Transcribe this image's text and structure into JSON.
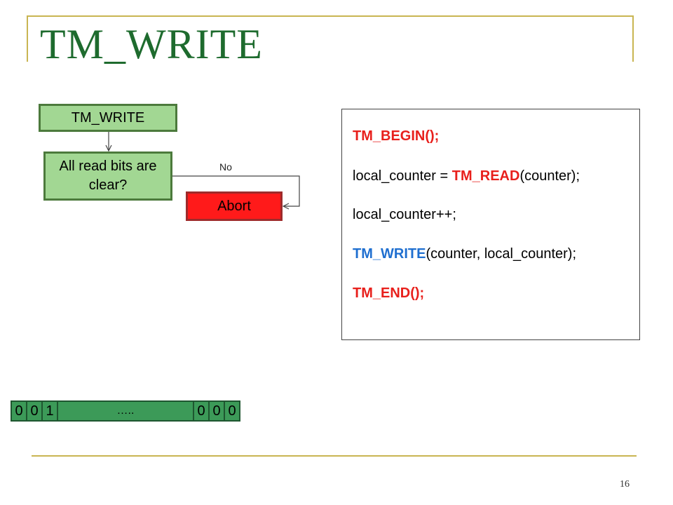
{
  "slide": {
    "title": "TM_WRITE",
    "page_number": "16"
  },
  "flow": {
    "start": "TM_WRITE",
    "check": "All read bits are clear?",
    "no_label": "No",
    "abort": "Abort"
  },
  "code": {
    "line1": "TM_BEGIN();",
    "line2_prefix": "local_counter = ",
    "line2_func": "TM_READ",
    "line2_suffix": "(counter);",
    "line3": "local_counter++;",
    "line4_func": "TM_WRITE",
    "line4_suffix": "(counter, local_counter);",
    "line5": "TM_END();"
  },
  "bit_array": {
    "first": [
      "0",
      "0",
      "1"
    ],
    "middle": "…..",
    "last": [
      "0",
      "0",
      "0"
    ]
  },
  "colors": {
    "title": "#1e6b2e",
    "frame": "#c9b552",
    "box_fill": "#a2d793",
    "abort_fill": "#ff1a1a",
    "keyword_red": "#e8201c",
    "keyword_blue": "#1f6fd0",
    "bit_fill": "#3c9a58"
  }
}
